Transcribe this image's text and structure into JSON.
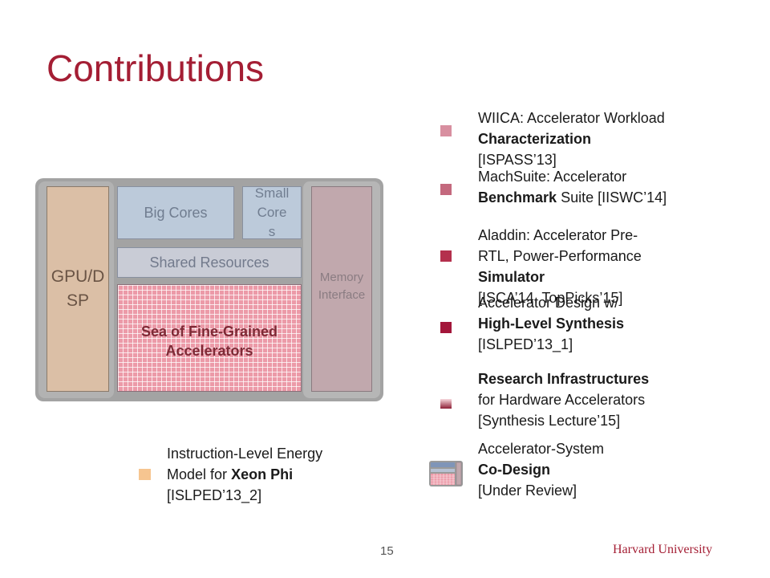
{
  "title": "Contributions",
  "diagram": {
    "gpu_lines": [
      "GPU/D",
      "SP"
    ],
    "big_cores": "Big Cores",
    "small_cores_lines": [
      "Small",
      "Core",
      "s"
    ],
    "shared_resources": "Shared Resources",
    "sea_lines": [
      "Sea of Fine-Grained",
      "Accelerators"
    ],
    "memory_lines": [
      "Memory",
      "Interface"
    ]
  },
  "contributions": [
    {
      "lines": [
        "WIICA: Accelerator Workload",
        "Characterization",
        "[ISPASS’13]"
      ],
      "bullet_color": "#d88fa0"
    },
    {
      "lines": [
        "MachSuite: Accelerator",
        "Benchmark Suite [IISWC’14]"
      ],
      "bullet_color": "#c4697e"
    },
    {
      "lines": [
        "Aladdin: Accelerator Pre-",
        "RTL, Power-Performance",
        "Simulator",
        "[ISCA’14, TopPicks’15]"
      ],
      "bullet_color": "#b4304d"
    },
    {
      "lines": [
        "Accelerator Design w/",
        "High-Level Synthesis",
        "[ISLPED’13_1]"
      ],
      "bullet_color": "#a3163a"
    },
    {
      "lines": [
        "Research Infrastructures",
        "for Hardware Accelerators",
        "[Synthesis Lecture’15]"
      ],
      "bullet_color": "#8e1f36"
    },
    {
      "lines": [
        "Accelerator-System",
        "Co-Design",
        "[Under Review]"
      ],
      "bullet_color": "#ec9aa8"
    }
  ],
  "xeon": {
    "lines": [
      "Instruction-Level Energy",
      "Model for",
      "Xeon Phi",
      "[ISLPED’13_2]"
    ],
    "bullet_color": "#f6c590"
  },
  "footer": {
    "page_number": "15",
    "institution": "Harvard University"
  }
}
